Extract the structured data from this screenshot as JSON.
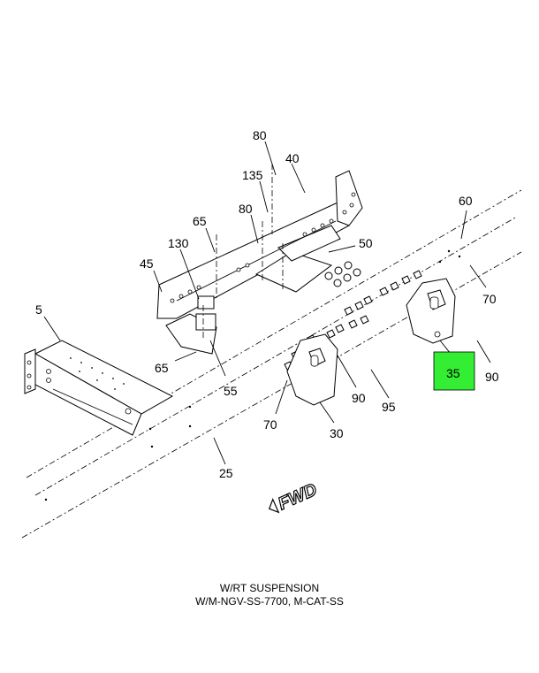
{
  "callouts": {
    "c80_top": "80",
    "c40": "40",
    "c135": "135",
    "c80_mid": "80",
    "c65_top": "65",
    "c130": "130",
    "c45": "45",
    "c5": "5",
    "c50": "50",
    "c60": "60",
    "c70_right": "70",
    "c90_right": "90",
    "c35": "35",
    "c65_bottom": "65",
    "c55": "55",
    "c90_mid": "90",
    "c95": "95",
    "c70_left": "70",
    "c30": "30",
    "c25": "25"
  },
  "highlight_color": "#33ee33",
  "fwd_label": "FWD",
  "caption": {
    "line1": "W/RT SUSPENSION",
    "line2": "W/M-NGV-SS-7700, M-CAT-SS"
  }
}
